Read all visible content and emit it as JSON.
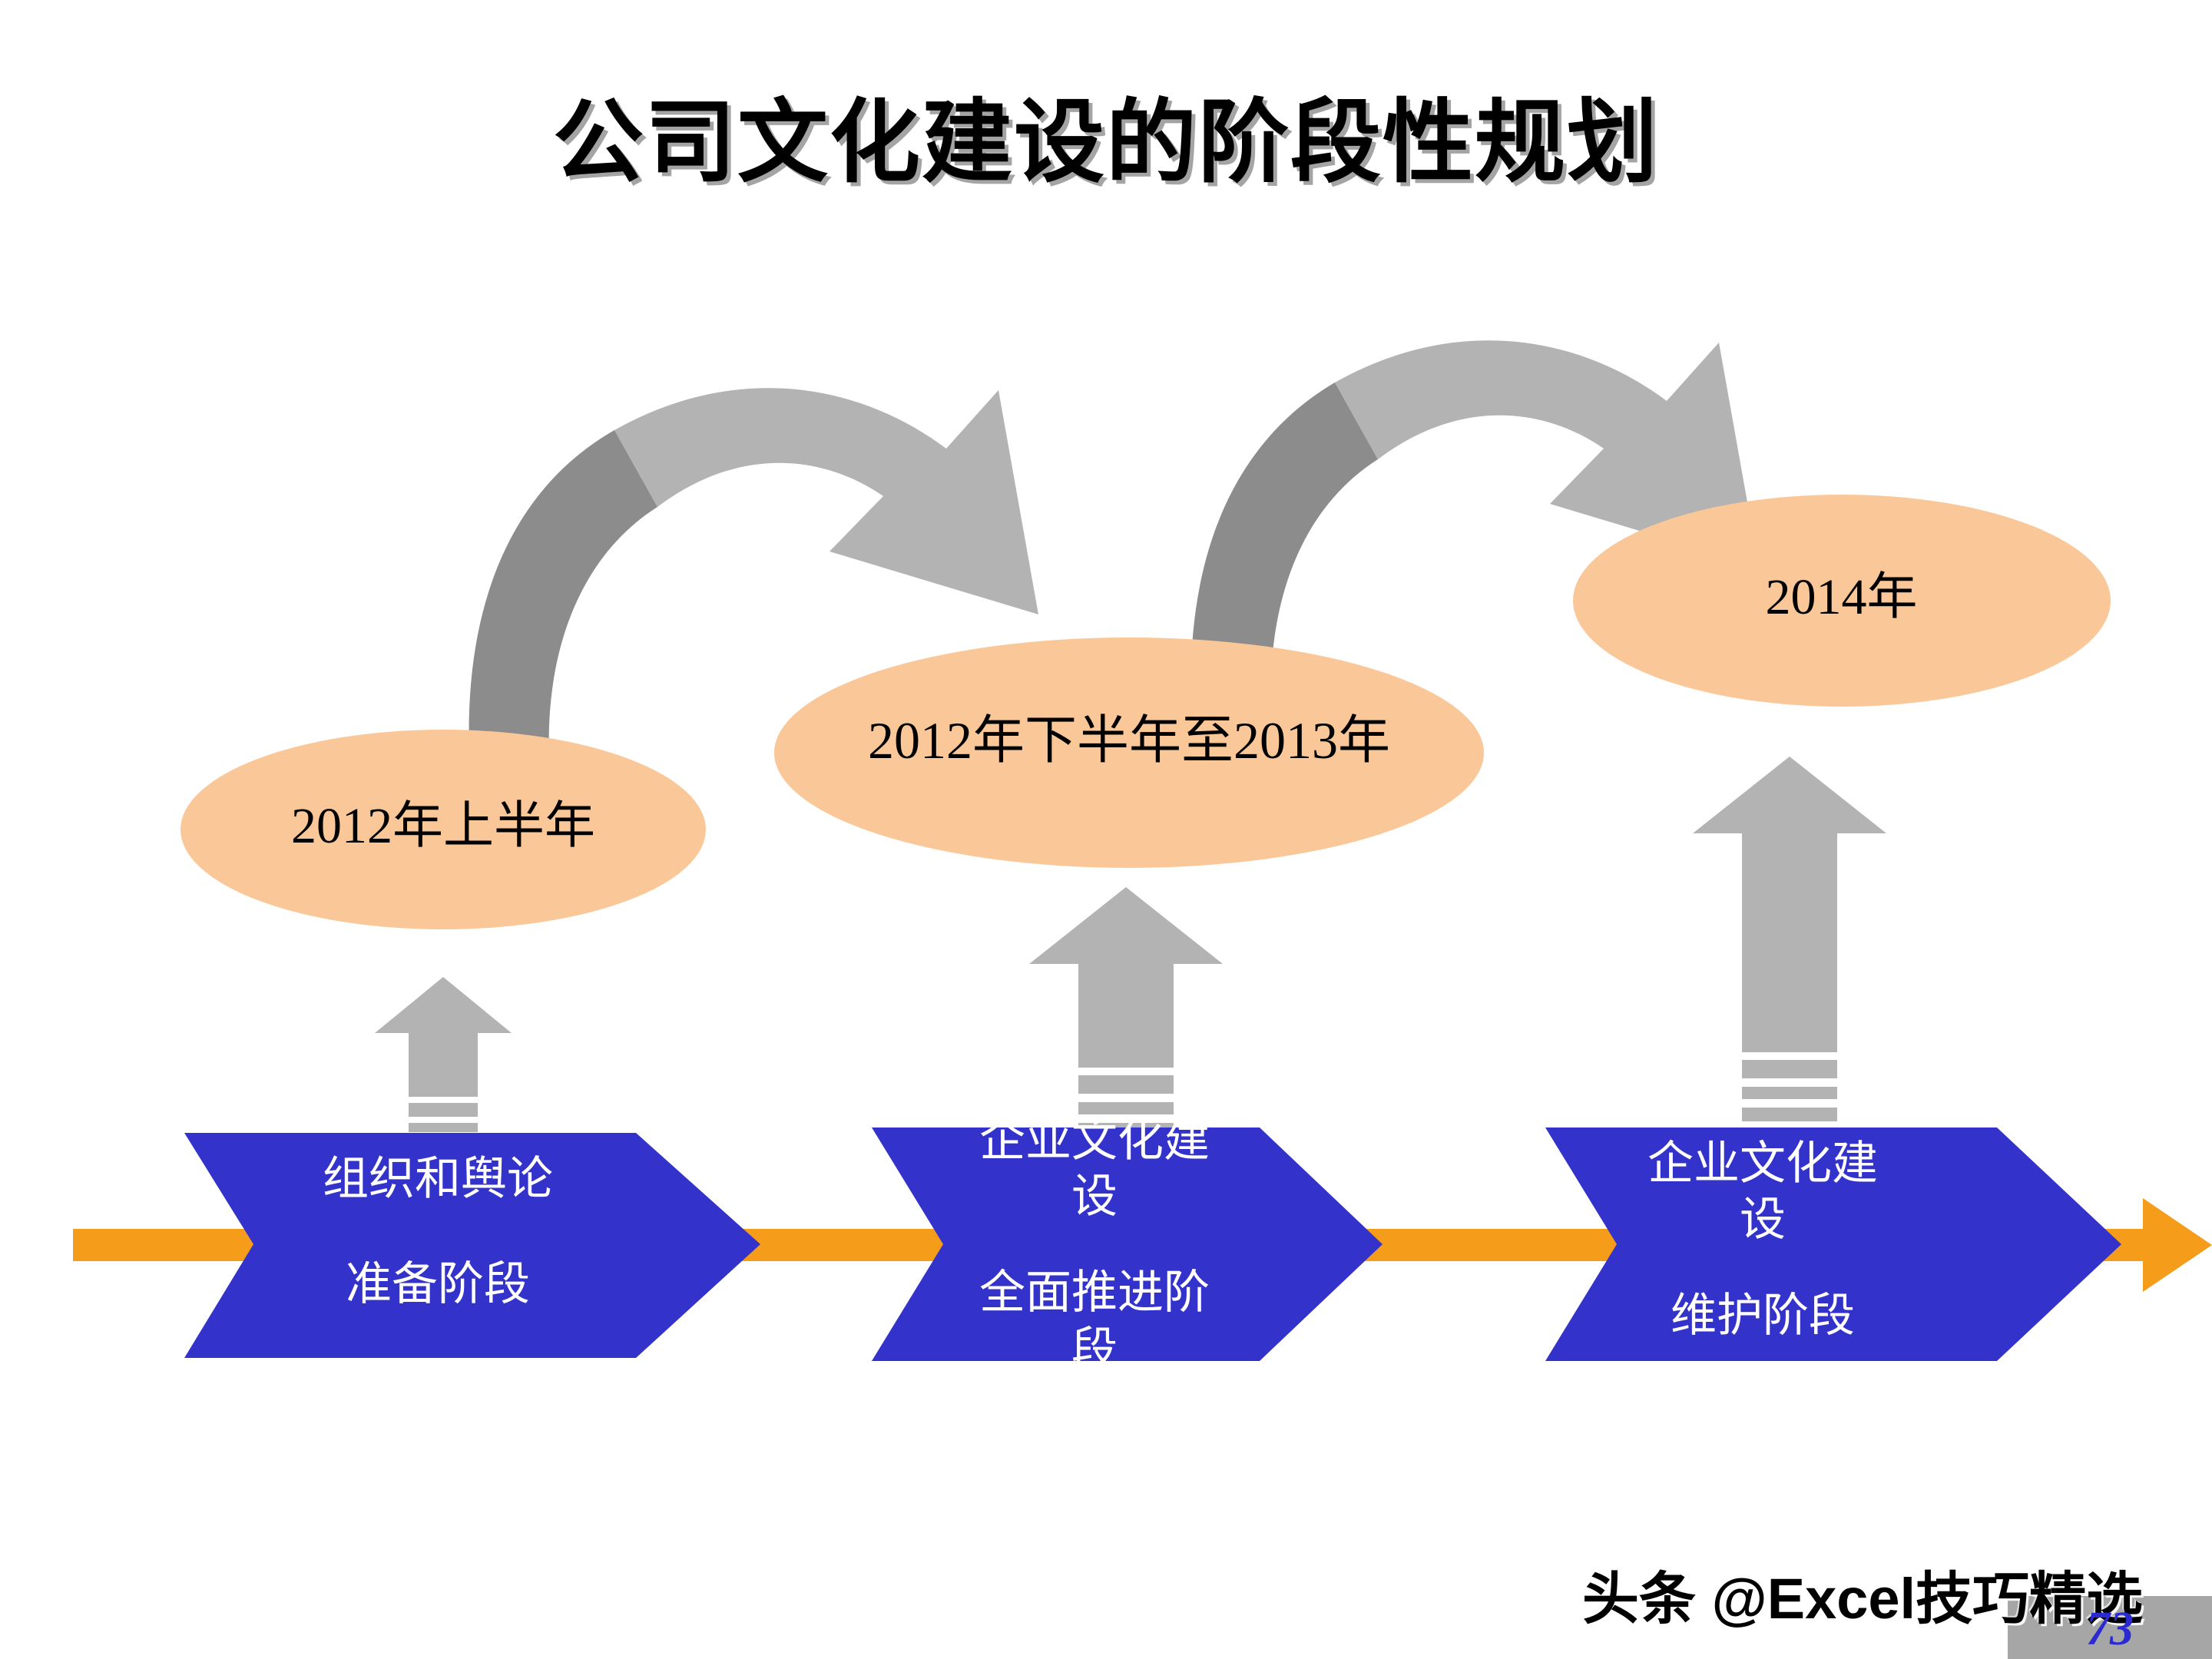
{
  "slide": {
    "title": "公司文化建设的阶段性规划",
    "background_color": "#FFFFFF"
  },
  "colors": {
    "title_text": "#000000",
    "ellipse_fill": "#FAC898",
    "chevron_fill": "#3333CC",
    "timeline_arrow": "#F59C1A",
    "gray_arrow_light": "#B3B3B3",
    "gray_arrow_dark": "#8C8C8C",
    "page_number_text": "#2A2AD0",
    "page_number_block": "#A6A6A6"
  },
  "phases": [
    {
      "period": "2012年上半年",
      "stage_line1": "组织和舆论",
      "stage_line2": "准备阶段"
    },
    {
      "period": "2012年下半年至2013年",
      "stage_line1": "企业文化建设",
      "stage_line2": "全面推进阶段"
    },
    {
      "period": "2014年",
      "stage_line1": "企业文化建设",
      "stage_line2": "维护阶段"
    }
  ],
  "footer": {
    "watermark": "头条 @Excel技巧精选",
    "page_number": "73"
  }
}
